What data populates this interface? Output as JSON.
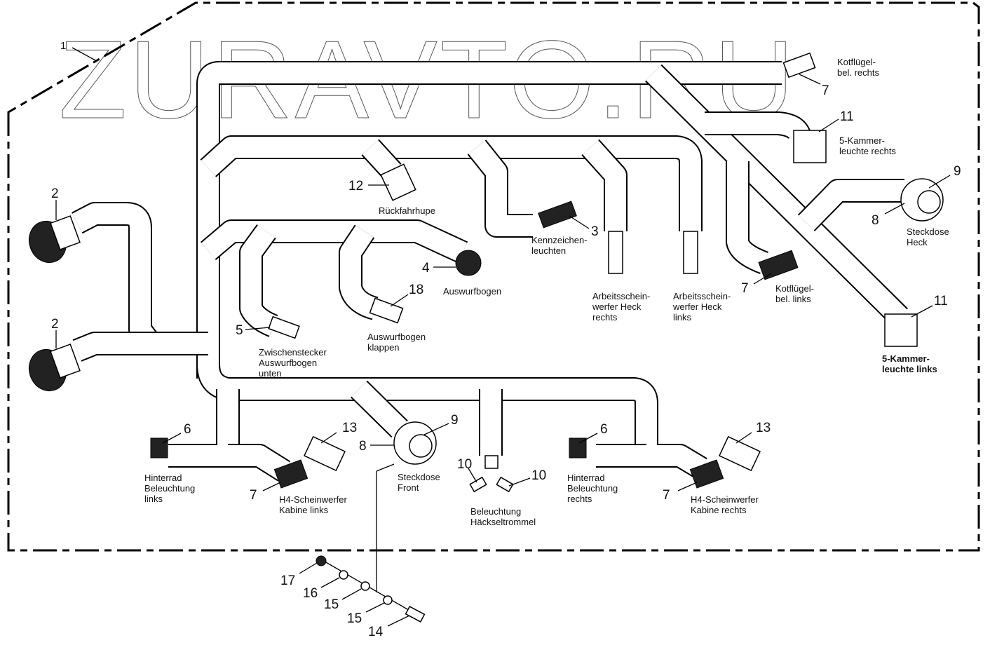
{
  "watermark": "ZURAVTO.RU",
  "callouts": [
    {
      "id": "c1",
      "number": "1"
    },
    {
      "id": "c2a",
      "number": "2"
    },
    {
      "id": "c2b",
      "number": "2"
    },
    {
      "id": "c3",
      "number": "3"
    },
    {
      "id": "c4",
      "number": "4"
    },
    {
      "id": "c5",
      "number": "5"
    },
    {
      "id": "c6a",
      "number": "6"
    },
    {
      "id": "c6b",
      "number": "6"
    },
    {
      "id": "c7a",
      "number": "7"
    },
    {
      "id": "c7b",
      "number": "7"
    },
    {
      "id": "c7c",
      "number": "7"
    },
    {
      "id": "c7d",
      "number": "7"
    },
    {
      "id": "c8a",
      "number": "8"
    },
    {
      "id": "c8b",
      "number": "8"
    },
    {
      "id": "c9a",
      "number": "9"
    },
    {
      "id": "c9b",
      "number": "9"
    },
    {
      "id": "c10a",
      "number": "10"
    },
    {
      "id": "c10b",
      "number": "10"
    },
    {
      "id": "c11a",
      "number": "11"
    },
    {
      "id": "c11b",
      "number": "11"
    },
    {
      "id": "c12",
      "number": "12"
    },
    {
      "id": "c13a",
      "number": "13"
    },
    {
      "id": "c13b",
      "number": "13"
    },
    {
      "id": "c14",
      "number": "14"
    },
    {
      "id": "c15a",
      "number": "15"
    },
    {
      "id": "c15b",
      "number": "15"
    },
    {
      "id": "c16",
      "number": "16"
    },
    {
      "id": "c17",
      "number": "17"
    },
    {
      "id": "c18",
      "number": "18"
    }
  ],
  "labels": {
    "kotfluegel_rechts": [
      "Kotflügel-",
      "bel. rechts"
    ],
    "kammer_rechts": [
      "5-Kammer-",
      "leuchte rechts"
    ],
    "steckdose_heck": [
      "Steckdose",
      "Heck"
    ],
    "rueckfahrhupe": [
      "Rückfahrhupe"
    ],
    "kennzeichen": [
      "Kennzeichen-",
      "leuchten"
    ],
    "auswurfbogen": [
      "Auswurfbogen"
    ],
    "arbeits_rechts": [
      "Arbeitsschein-",
      "werfer Heck",
      "rechts"
    ],
    "arbeits_links": [
      "Arbeitsschein-",
      "werfer Heck",
      "links"
    ],
    "kotfluegel_links": [
      "Kotflügel-",
      "bel. links"
    ],
    "kammer_links": [
      "5-Kammer-",
      "leuchte links"
    ],
    "zwischenstecker": [
      "Zwischenstecker",
      "Auswurfbogen",
      "unten"
    ],
    "auswurf_klappen": [
      "Auswurfbogen",
      "klappen"
    ],
    "hinterrad_links": [
      "Hinterrad",
      "Beleuchtung",
      "links"
    ],
    "h4_links": [
      "H4-Scheinwerfer",
      "Kabine links"
    ],
    "steckdose_front": [
      "Steckdose",
      "Front"
    ],
    "haeckseltrommel": [
      "Beleuchtung",
      "Häckseltrommel"
    ],
    "hinterrad_rechts": [
      "Hinterrad",
      "Beleuchtung",
      "rechts"
    ],
    "h4_rechts": [
      "H4-Scheinwerfer",
      "Kabine rechts"
    ]
  }
}
